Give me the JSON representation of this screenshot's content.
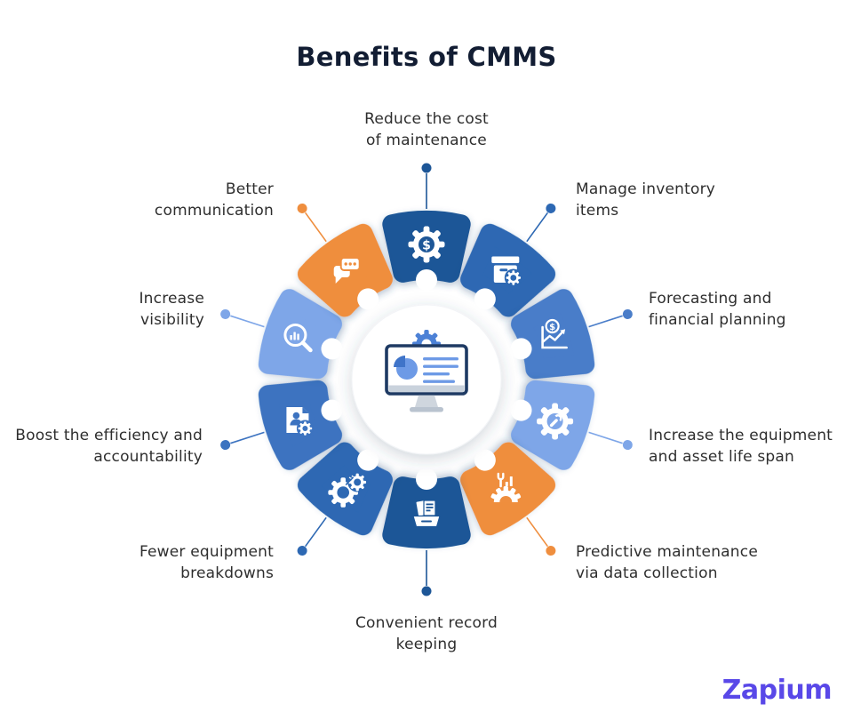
{
  "title": "Benefits of CMMS",
  "logo": {
    "text": "Zapium",
    "color": "#5948e8"
  },
  "center": {
    "icon": "monitor-analytics"
  },
  "benefits": [
    {
      "label": "Reduce the cost\nof maintenance",
      "icon": "gear-dollar",
      "color": "#1d5697"
    },
    {
      "label": "Manage inventory\nitems",
      "icon": "inventory-box",
      "color": "#2d68b3"
    },
    {
      "label": "Forecasting and\nfinancial planning",
      "icon": "financial-chart",
      "color": "#4a7dc9"
    },
    {
      "label": "Increase the equipment\nand asset life span",
      "icon": "gear-wrench",
      "color": "#7ea6e8"
    },
    {
      "label": "Predictive maintenance\nvia data collection",
      "icon": "maintenance-tools",
      "color": "#ef8e3e"
    },
    {
      "label": "Convenient record\nkeeping",
      "icon": "record-folder",
      "color": "#1d5697"
    },
    {
      "label": "Fewer equipment\nbreakdowns",
      "icon": "gears-breakdown",
      "color": "#2d68b3"
    },
    {
      "label": "Boost the efficiency and\naccountability",
      "icon": "person-document",
      "color": "#3c73c0"
    },
    {
      "label": "Increase\nvisibility",
      "icon": "magnifier-chart",
      "color": "#7ea6e8"
    },
    {
      "label": "Better\ncommunication",
      "icon": "chat-bubbles",
      "color": "#ef8e3e"
    }
  ]
}
